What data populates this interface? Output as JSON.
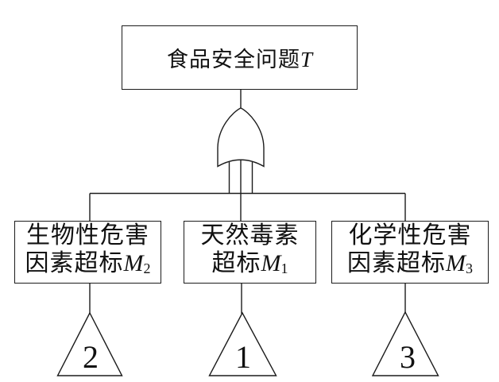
{
  "colors": {
    "background": "#ffffff",
    "line": "#1c1c1c",
    "text": "#111111"
  },
  "top_event": {
    "label": "食品安全问题",
    "symbol": "T"
  },
  "gate": {
    "type": "OR"
  },
  "branches": [
    {
      "label_line1": "生物性危害",
      "label_line2": "因素超标",
      "symbol": "M",
      "subscript": "2",
      "transfer_number": "2"
    },
    {
      "label_line1": "天然毒素",
      "label_line2": "超标",
      "symbol": "M",
      "subscript": "1",
      "transfer_number": "1"
    },
    {
      "label_line1": "化学性危害",
      "label_line2": "因素超标",
      "symbol": "M",
      "subscript": "3",
      "transfer_number": "3"
    }
  ]
}
